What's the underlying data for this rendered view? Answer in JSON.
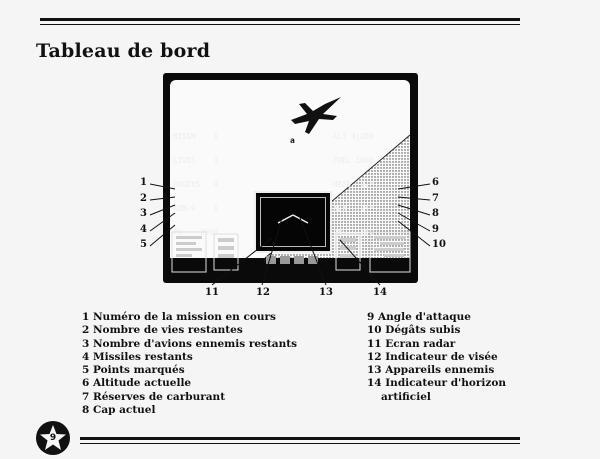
{
  "page": {
    "title": "Tableau de bord",
    "page_number": "9"
  },
  "cockpit": {
    "left_readout": [
      {
        "label": "MISSN",
        "value": "1"
      },
      {
        "label": "LIVES",
        "value": "3"
      },
      {
        "label": "BOGEYS",
        "value": "4"
      },
      {
        "label": "AIM-9",
        "value": "1"
      }
    ],
    "score": "P1    2000",
    "right_readout": [
      {
        "label": "ALT",
        "value": "4|200"
      },
      {
        "label": "FUEL",
        "value": "1000"
      },
      {
        "label": "HEAD",
        "value": "02°"
      },
      {
        "label": "AOA",
        "value": "+04°"
      },
      {
        "label": "DMG",
        "value": "10%"
      }
    ],
    "enemy_marker": "a"
  },
  "callouts": [
    "1",
    "2",
    "3",
    "4",
    "5",
    "6",
    "7",
    "8",
    "9",
    "10",
    "11",
    "12",
    "13",
    "14"
  ],
  "legend_left": [
    "1 Numéro de la mission en cours",
    "2 Nombre de vies restantes",
    "3 Nombre d'avions ennemis restants",
    "4 Missiles restants",
    "5 Points marqués",
    "6 Altitude actuelle",
    "7 Réserves de carburant",
    "8 Cap actuel"
  ],
  "legend_right": [
    "9 Angle d'attaque",
    "10 Dégâts subis",
    "11 Ecran radar",
    "12 Indicateur de visée",
    "13 Appareils ennemis",
    "14 Indicateur d'horizon",
    "artificiel"
  ]
}
